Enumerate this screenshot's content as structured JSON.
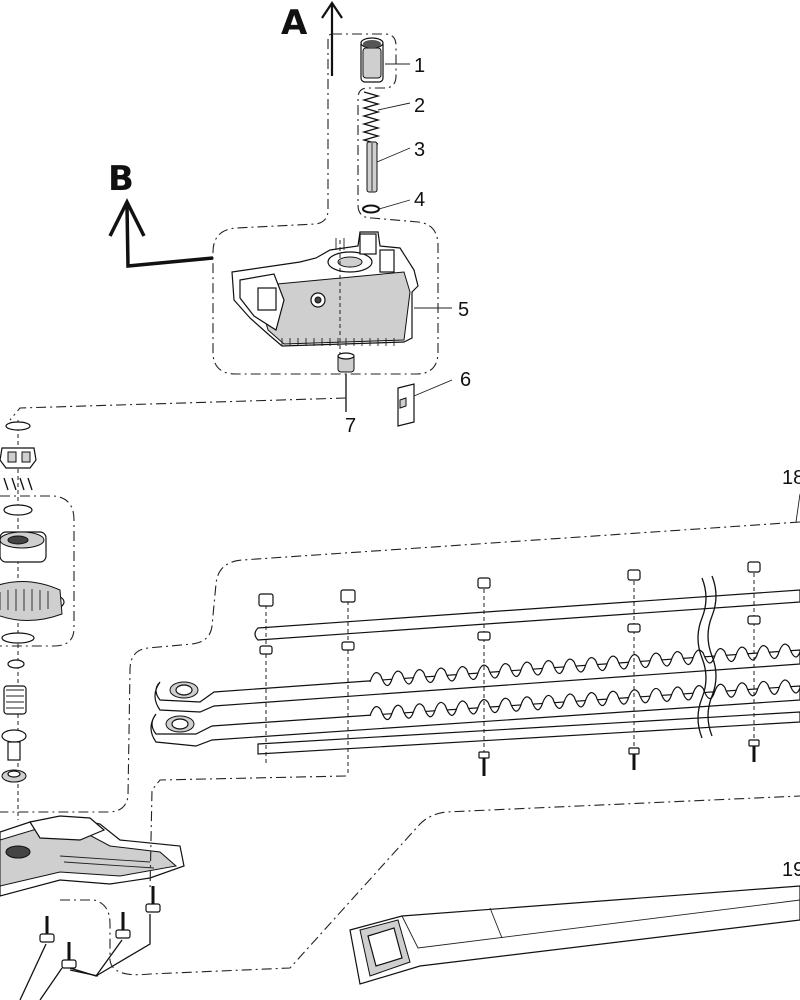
{
  "diagram": {
    "arrow_labels": {
      "a": "A",
      "b": "B"
    },
    "callouts": [
      "1",
      "2",
      "3",
      "4",
      "5",
      "6",
      "7"
    ],
    "partial_callouts": [
      "18",
      "19"
    ]
  }
}
